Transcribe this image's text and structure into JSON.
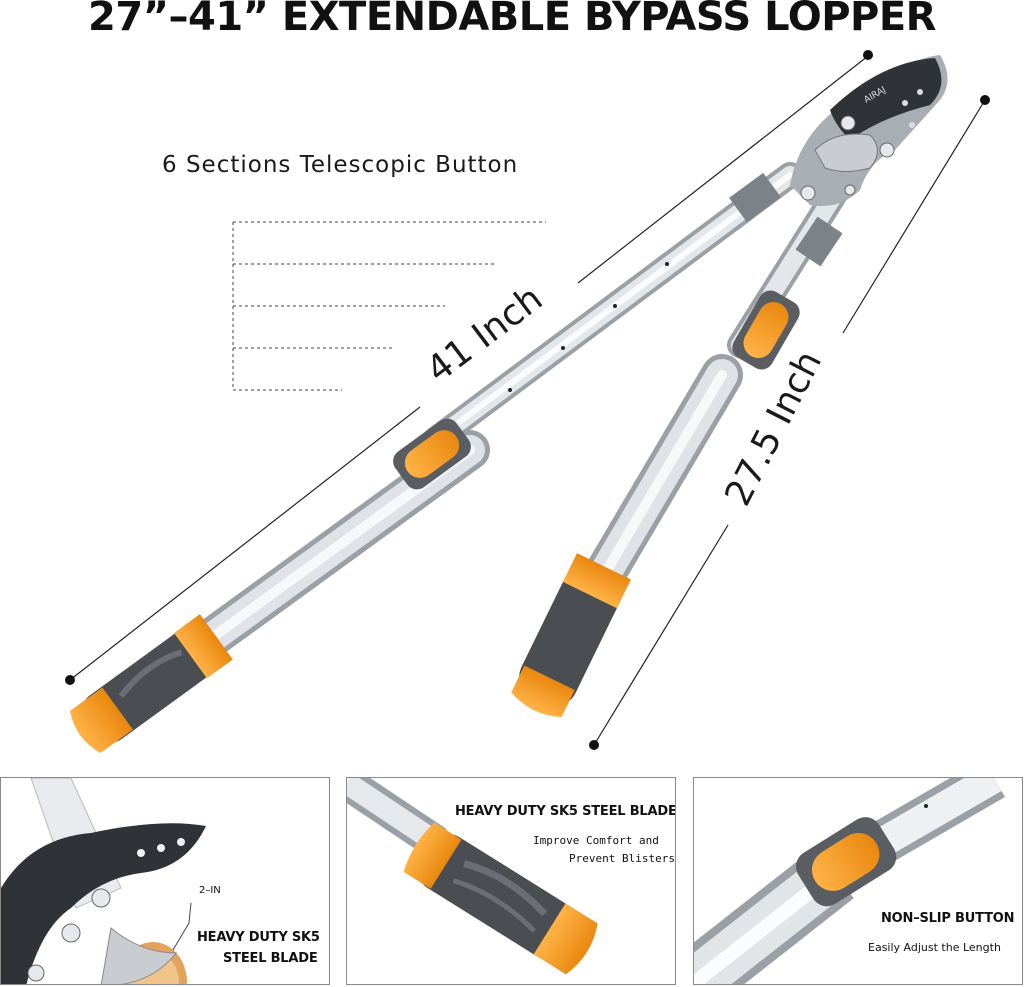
{
  "header": {
    "title": "27”–41” EXTENDABLE BYPASS LOPPER",
    "subtitle": "6 Sections Telescopic Button"
  },
  "hero": {
    "brand": "AIRAJ",
    "length_long": "41 Inch",
    "length_short": "27.5 Inch"
  },
  "panels": {
    "blade": {
      "size_label": "2–IN",
      "heading_line1": "HEAVY DUTY SK5",
      "heading_line2": "STEEL BLADE"
    },
    "grip": {
      "heading": "HEAVY DUTY SK5 STEEL BLADE",
      "sub_line1": "Improve Comfort and",
      "sub_line2": "Prevent Blisters"
    },
    "button": {
      "heading": "NON–SLIP BUTTON",
      "sub": "Easily Adjust the Length"
    }
  },
  "colors": {
    "accent_orange": "#f39a24",
    "grip_gray": "#4a4d52",
    "steel": "#cfd3d8",
    "blade_dark": "#2f3236"
  }
}
